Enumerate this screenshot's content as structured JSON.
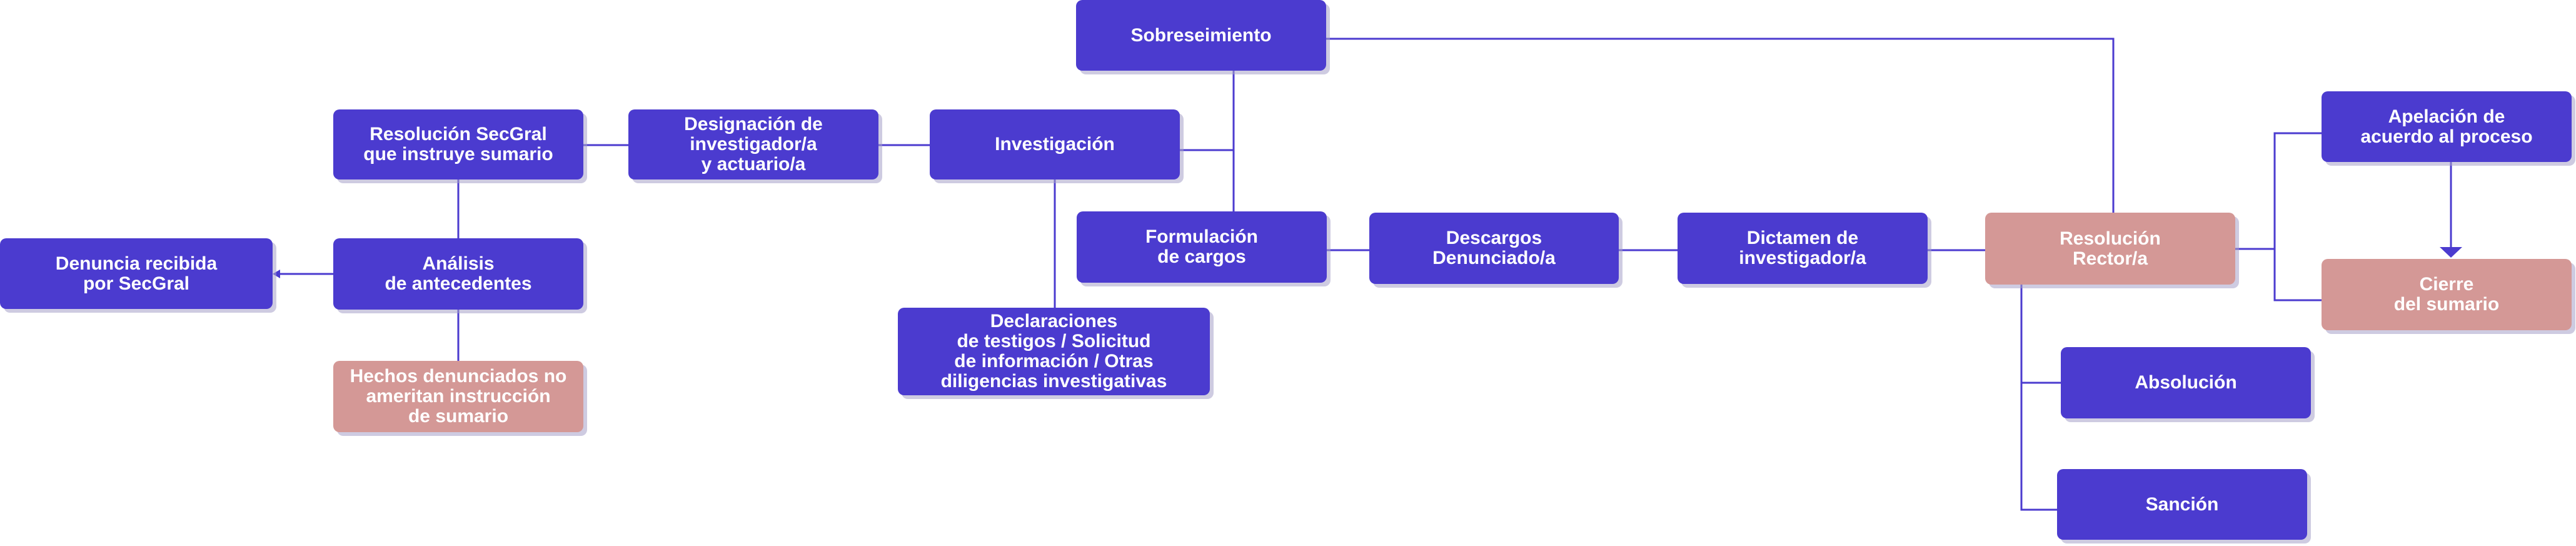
{
  "colors": {
    "primary": "#4b3bcf",
    "outcome": "#d49896",
    "connector": "#4b3bcf",
    "background": "#ffffff"
  },
  "nodes": {
    "denuncia": "Denuncia recibida\npor SecGral",
    "analisis": "Análisis\nde antecedentes",
    "hechos": "Hechos denunciados no\nameritan instrucción\nde sumario",
    "resolucion_secgral": "Resolución  SecGral\nque instruye sumario",
    "designacion": "Designación de\ninvestigador/a\ny actuario/a",
    "investigacion": "Investigación",
    "declaraciones": "Declaraciones\nde testigos / Solicitud\nde información / Otras\ndiligencias investigativas",
    "sobreseimiento": "Sobreseimiento",
    "formulacion": "Formulación\nde cargos",
    "descargos": "Descargos\nDenunciado/a",
    "dictamen": "Dictamen de\ninvestigador/a",
    "resolucion_rector": "Resolución\nRector/a",
    "apelacion": "Apelación de\nacuerdo al proceso",
    "cierre": "Cierre\ndel sumario",
    "absolucion": "Absolución",
    "sancion": "Sanción"
  }
}
